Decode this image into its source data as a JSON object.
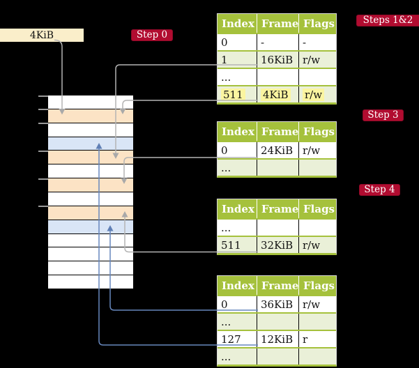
{
  "cr3_box": {
    "label": "4KiB"
  },
  "badges": {
    "step0": "Step 0",
    "steps_1_2": "Steps 1&2",
    "step3": "Step 3",
    "step4": "Step 4"
  },
  "memory": {
    "rows": [
      "white",
      "peach",
      "white",
      "blue",
      "peach",
      "white",
      "peach",
      "white",
      "peach",
      "blue",
      "white",
      "white",
      "white",
      "white"
    ]
  },
  "tables": [
    {
      "name": "level4-table",
      "headers": [
        "Index",
        "Frame",
        "Flags"
      ],
      "rows": [
        {
          "cells": [
            "0",
            "-",
            "-"
          ]
        },
        {
          "cells": [
            "1",
            "16KiB",
            "r/w"
          ]
        },
        {
          "cells": [
            "...",
            "",
            ""
          ]
        },
        {
          "cells": [
            "511",
            "4KiB",
            "r/w"
          ],
          "highlight": true
        }
      ]
    },
    {
      "name": "level3-table",
      "headers": [
        "Index",
        "Frame",
        "Flags"
      ],
      "rows": [
        {
          "cells": [
            "0",
            "24KiB",
            "r/w"
          ]
        },
        {
          "cells": [
            "...",
            "",
            ""
          ]
        }
      ]
    },
    {
      "name": "level2-table",
      "headers": [
        "Index",
        "Frame",
        "Flags"
      ],
      "rows": [
        {
          "cells": [
            "...",
            "",
            ""
          ]
        },
        {
          "cells": [
            "511",
            "32KiB",
            "r/w"
          ]
        }
      ]
    },
    {
      "name": "level1-table",
      "headers": [
        "Index",
        "Frame",
        "Flags"
      ],
      "rows": [
        {
          "cells": [
            "0",
            "36KiB",
            "r/w"
          ]
        },
        {
          "cells": [
            "...",
            "",
            ""
          ]
        },
        {
          "cells": [
            "127",
            "12KiB",
            "r"
          ]
        },
        {
          "cells": [
            "...",
            "",
            ""
          ]
        }
      ]
    }
  ],
  "links": [
    {
      "from": "cr3-box",
      "to": "frame-4KiB"
    },
    {
      "from": "level4-table.row-1",
      "to": "frame-16KiB"
    },
    {
      "from": "level4-table.row-511",
      "to": "frame-4KiB"
    },
    {
      "from": "level3-table.row-0",
      "to": "frame-24KiB"
    },
    {
      "from": "level2-table.row-511",
      "to": "frame-32KiB"
    },
    {
      "from": "level1-table.row-0",
      "to": "frame-36KiB"
    },
    {
      "from": "level1-table.row-127",
      "to": "frame-12KiB"
    }
  ],
  "colors": {
    "table_header_green": "#a5c13c",
    "row_green": "#eaf0d8",
    "highlight_yellow": "#fbf5a0",
    "memory_peach": "#fce3c5",
    "memory_blue": "#d9e5f6",
    "badge_red": "#b10c30",
    "box_cream": "#faeeca",
    "connector_gray": "#b4b4b4",
    "connector_blue": "#6787bd"
  }
}
